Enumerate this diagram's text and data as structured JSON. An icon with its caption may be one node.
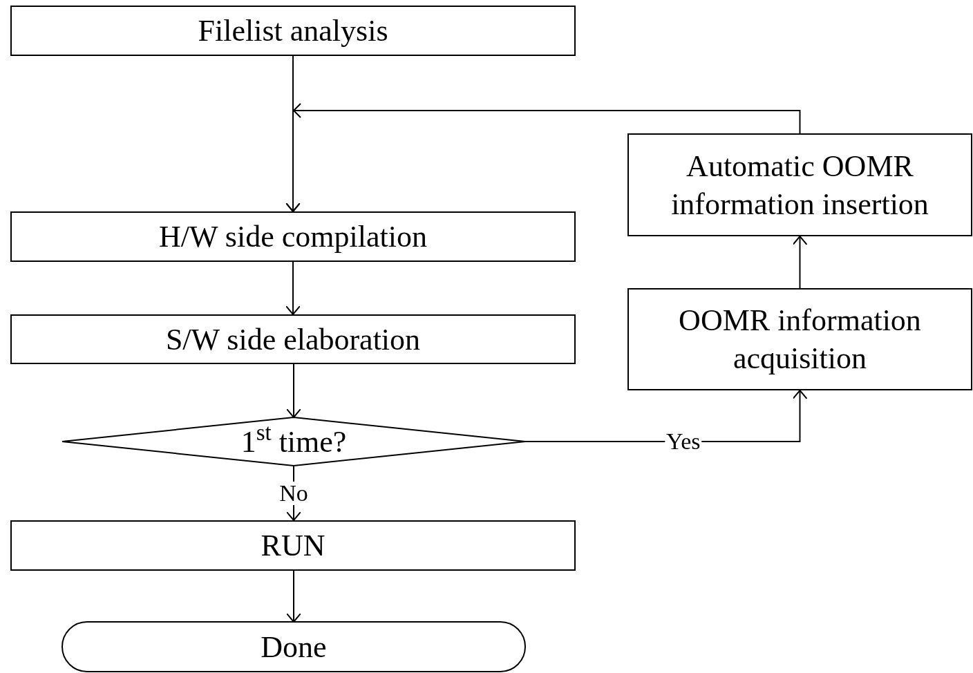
{
  "diagram": {
    "nodes": [
      {
        "text": [
          "Filelist analysis"
        ]
      },
      {
        "text": [
          "H/W side compilation"
        ]
      },
      {
        "text": [
          "S/W side elaboration"
        ]
      },
      {
        "text": [
          "1$^{st}$ time?"
        ]
      },
      {
        "text": [
          "RUN"
        ]
      },
      {
        "text": [
          "Done"
        ]
      },
      {
        "text": [
          "OOMR information acquisition"
        ]
      },
      {
        "text": [
          "Automatic OOMR information insertion"
        ]
      }
    ],
    "edges": [
      {
        "from": 0,
        "to": 1,
        "arrow": "to"
      },
      {
        "from": 1,
        "to": 2,
        "arrow": "to"
      },
      {
        "from": 2,
        "to": 3,
        "arrow": "to"
      },
      {
        "from": 3,
        "to": 4,
        "arrow": "to",
        "label": "No"
      },
      {
        "from": 4,
        "to": 5,
        "arrow": "to"
      },
      {
        "from": 3,
        "to": 6,
        "arrow": "to",
        "label": "Yes"
      },
      {
        "from": 6,
        "to": 7,
        "arrow": "to"
      },
      {
        "from": 7,
        "to": 1,
        "arrow": "to"
      }
    ]
  }
}
